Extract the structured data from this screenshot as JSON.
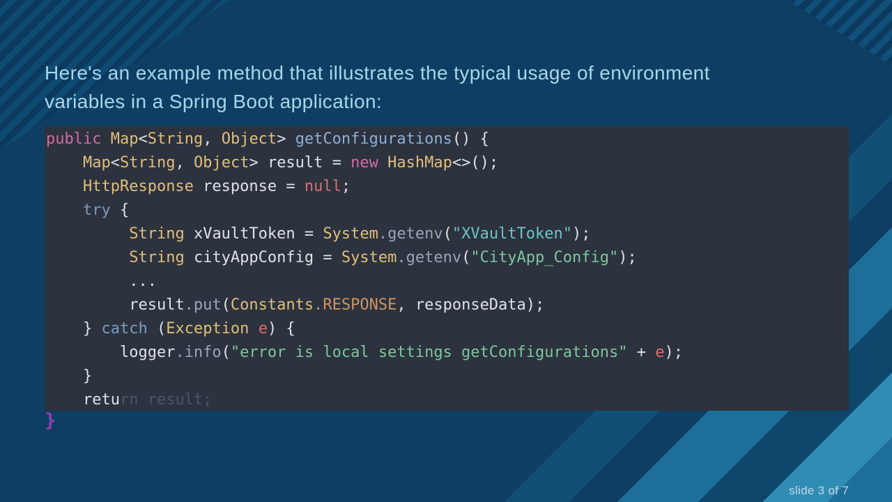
{
  "slide": {
    "heading_line1": "Here's an example method that illustrates the typical usage of environment",
    "heading_line2": "variables in a Spring Boot application:",
    "closing_brace": "}",
    "footer": "slide 3 of 7"
  },
  "colors": {
    "background": "#0e3e63",
    "code_background": "#2c323e",
    "heading": "#a9d6ea",
    "footer": "#c7d9e6",
    "closing_brace": "#8e44ad",
    "stripe_teal": "#1d6f99",
    "stripe_bright": "#2f8cb4"
  },
  "code": {
    "palette": {
      "kw": "#d16d9e",
      "flow": "#7f9cbf",
      "type": "#e2bf7a",
      "fn": "#8fb0d6",
      "member": "#9aa5b4",
      "str": "#6cc5c8",
      "str2": "#7fc79d",
      "red": "#dd6f6f",
      "const": "#cf9563",
      "plain": "#dfe2e7",
      "dim": "#4e5665"
    },
    "lines": [
      [
        {
          "t": "public ",
          "c": "kw"
        },
        {
          "t": "Map",
          "c": "type"
        },
        {
          "t": "<",
          "c": "plain"
        },
        {
          "t": "String",
          "c": "type"
        },
        {
          "t": ", ",
          "c": "plain"
        },
        {
          "t": "Object",
          "c": "type"
        },
        {
          "t": "> ",
          "c": "plain"
        },
        {
          "t": "getConfigurations",
          "c": "fn"
        },
        {
          "t": "() {",
          "c": "plain"
        }
      ],
      [
        {
          "t": "    ",
          "c": "plain"
        },
        {
          "t": "Map",
          "c": "type"
        },
        {
          "t": "<",
          "c": "plain"
        },
        {
          "t": "String",
          "c": "type"
        },
        {
          "t": ", ",
          "c": "plain"
        },
        {
          "t": "Object",
          "c": "type"
        },
        {
          "t": "> result = ",
          "c": "plain"
        },
        {
          "t": "new ",
          "c": "kw"
        },
        {
          "t": "HashMap",
          "c": "type"
        },
        {
          "t": "<>();",
          "c": "plain"
        }
      ],
      [
        {
          "t": "    ",
          "c": "plain"
        },
        {
          "t": "HttpResponse",
          "c": "type"
        },
        {
          "t": " response = ",
          "c": "plain"
        },
        {
          "t": "null",
          "c": "red"
        },
        {
          "t": ";",
          "c": "plain"
        }
      ],
      [
        {
          "t": "    ",
          "c": "plain"
        },
        {
          "t": "try",
          "c": "flow"
        },
        {
          "t": " {",
          "c": "plain"
        }
      ],
      [
        {
          "t": "         ",
          "c": "plain"
        },
        {
          "t": "String",
          "c": "type"
        },
        {
          "t": " xVaultToken = ",
          "c": "plain"
        },
        {
          "t": "System",
          "c": "type"
        },
        {
          "t": ".getenv",
          "c": "member"
        },
        {
          "t": "(",
          "c": "plain"
        },
        {
          "t": "\"XVaultToken\"",
          "c": "str"
        },
        {
          "t": ");",
          "c": "plain"
        }
      ],
      [
        {
          "t": "         ",
          "c": "plain"
        },
        {
          "t": "String",
          "c": "type"
        },
        {
          "t": " cityAppConfig = ",
          "c": "plain"
        },
        {
          "t": "System",
          "c": "type"
        },
        {
          "t": ".getenv",
          "c": "member"
        },
        {
          "t": "(",
          "c": "plain"
        },
        {
          "t": "\"CityApp_Config\"",
          "c": "str2"
        },
        {
          "t": ");",
          "c": "plain"
        }
      ],
      [
        {
          "t": "         ...",
          "c": "plain"
        }
      ],
      [
        {
          "t": "         result",
          "c": "plain"
        },
        {
          "t": ".put",
          "c": "member"
        },
        {
          "t": "(",
          "c": "plain"
        },
        {
          "t": "Constants",
          "c": "type"
        },
        {
          "t": ".RESPONSE",
          "c": "const"
        },
        {
          "t": ", responseData);",
          "c": "plain"
        }
      ],
      [
        {
          "t": "    } ",
          "c": "plain"
        },
        {
          "t": "catch",
          "c": "flow"
        },
        {
          "t": " (",
          "c": "plain"
        },
        {
          "t": "Exception",
          "c": "type"
        },
        {
          "t": " ",
          "c": "plain"
        },
        {
          "t": "e",
          "c": "red"
        },
        {
          "t": ") {",
          "c": "plain"
        }
      ],
      [
        {
          "t": "        logger",
          "c": "plain"
        },
        {
          "t": ".info",
          "c": "member"
        },
        {
          "t": "(",
          "c": "plain"
        },
        {
          "t": "\"error is local settings getConfigurations\"",
          "c": "str2"
        },
        {
          "t": " + ",
          "c": "plain"
        },
        {
          "t": "e",
          "c": "red"
        },
        {
          "t": ");",
          "c": "plain"
        }
      ],
      [
        {
          "t": "    }",
          "c": "plain"
        }
      ],
      [
        {
          "t": "    retu",
          "c": "plain"
        },
        {
          "t": "rn result;",
          "c": "dim"
        }
      ]
    ]
  }
}
